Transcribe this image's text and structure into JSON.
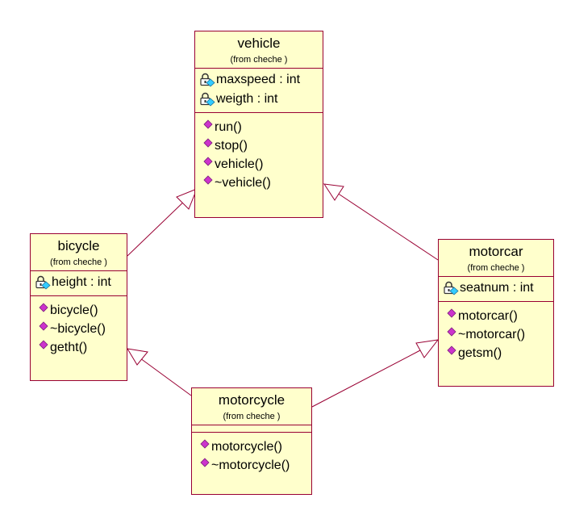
{
  "colors": {
    "class_fill": "#ffffcc",
    "class_border": "#990033",
    "connector": "#990033",
    "operation_icon": "#cc33cc",
    "attribute_icon": "#33ccff"
  },
  "icons": {
    "attribute": "lock-diamond-icon",
    "operation": "diamond-icon"
  },
  "classes": {
    "vehicle": {
      "name": "vehicle",
      "package": "(from cheche )",
      "attributes": [
        "maxspeed : int",
        "weigth : int"
      ],
      "operations": [
        "run()",
        "stop()",
        "vehicle()",
        "~vehicle()"
      ]
    },
    "bicycle": {
      "name": "bicycle",
      "package": "(from cheche )",
      "attributes": [
        "height : int"
      ],
      "operations": [
        "bicycle()",
        "~bicycle()",
        "getht()"
      ]
    },
    "motorcar": {
      "name": "motorcar",
      "package": "(from cheche )",
      "attributes": [
        "seatnum : int"
      ],
      "operations": [
        "motorcar()",
        "~motorcar()",
        "getsm()"
      ]
    },
    "motorcycle": {
      "name": "motorcycle",
      "package": "(from cheche )",
      "attributes": [],
      "operations": [
        "motorcycle()",
        "~motorcycle()"
      ]
    }
  },
  "generalizations": [
    {
      "from": "bicycle",
      "to": "vehicle"
    },
    {
      "from": "motorcar",
      "to": "vehicle"
    },
    {
      "from": "motorcycle",
      "to": "bicycle"
    },
    {
      "from": "motorcycle",
      "to": "motorcar"
    }
  ]
}
